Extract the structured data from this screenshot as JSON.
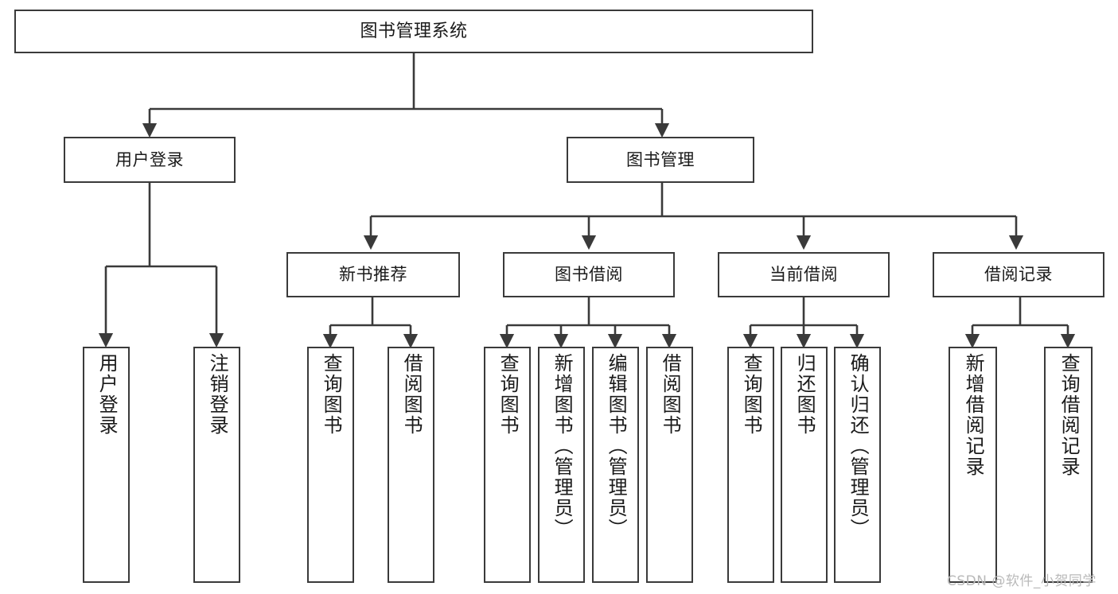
{
  "diagram": {
    "title": "图书管理系统",
    "type": "hierarchy-tree",
    "watermark": "CSDN @软件_小贺同学",
    "colors": {
      "stroke": "#3a3a3a",
      "fill": "#ffffff",
      "text": "#1a1a1a",
      "watermark": "#b9b9b9"
    },
    "levels": {
      "root": {
        "label": "图书管理系统"
      },
      "level2": [
        {
          "label": "用户登录"
        },
        {
          "label": "图书管理"
        }
      ],
      "level3": [
        {
          "label": "新书推荐"
        },
        {
          "label": "图书借阅"
        },
        {
          "label": "当前借阅"
        },
        {
          "label": "借阅记录"
        }
      ],
      "leaves_user_login": [
        {
          "label": "用户登录"
        },
        {
          "label": "注销登录"
        }
      ],
      "leaves_new_book": [
        {
          "label": "查询图书"
        },
        {
          "label": "借阅图书"
        }
      ],
      "leaves_borrow": [
        {
          "label": "查询图书"
        },
        {
          "label": "新增图书（管理员）"
        },
        {
          "label": "编辑图书（管理员）"
        },
        {
          "label": "借阅图书"
        }
      ],
      "leaves_current": [
        {
          "label": "查询图书"
        },
        {
          "label": "归还图书"
        },
        {
          "label": "确认归还（管理员）"
        }
      ],
      "leaves_record": [
        {
          "label": "新增借阅记录"
        },
        {
          "label": "查询借阅记录"
        }
      ]
    }
  }
}
